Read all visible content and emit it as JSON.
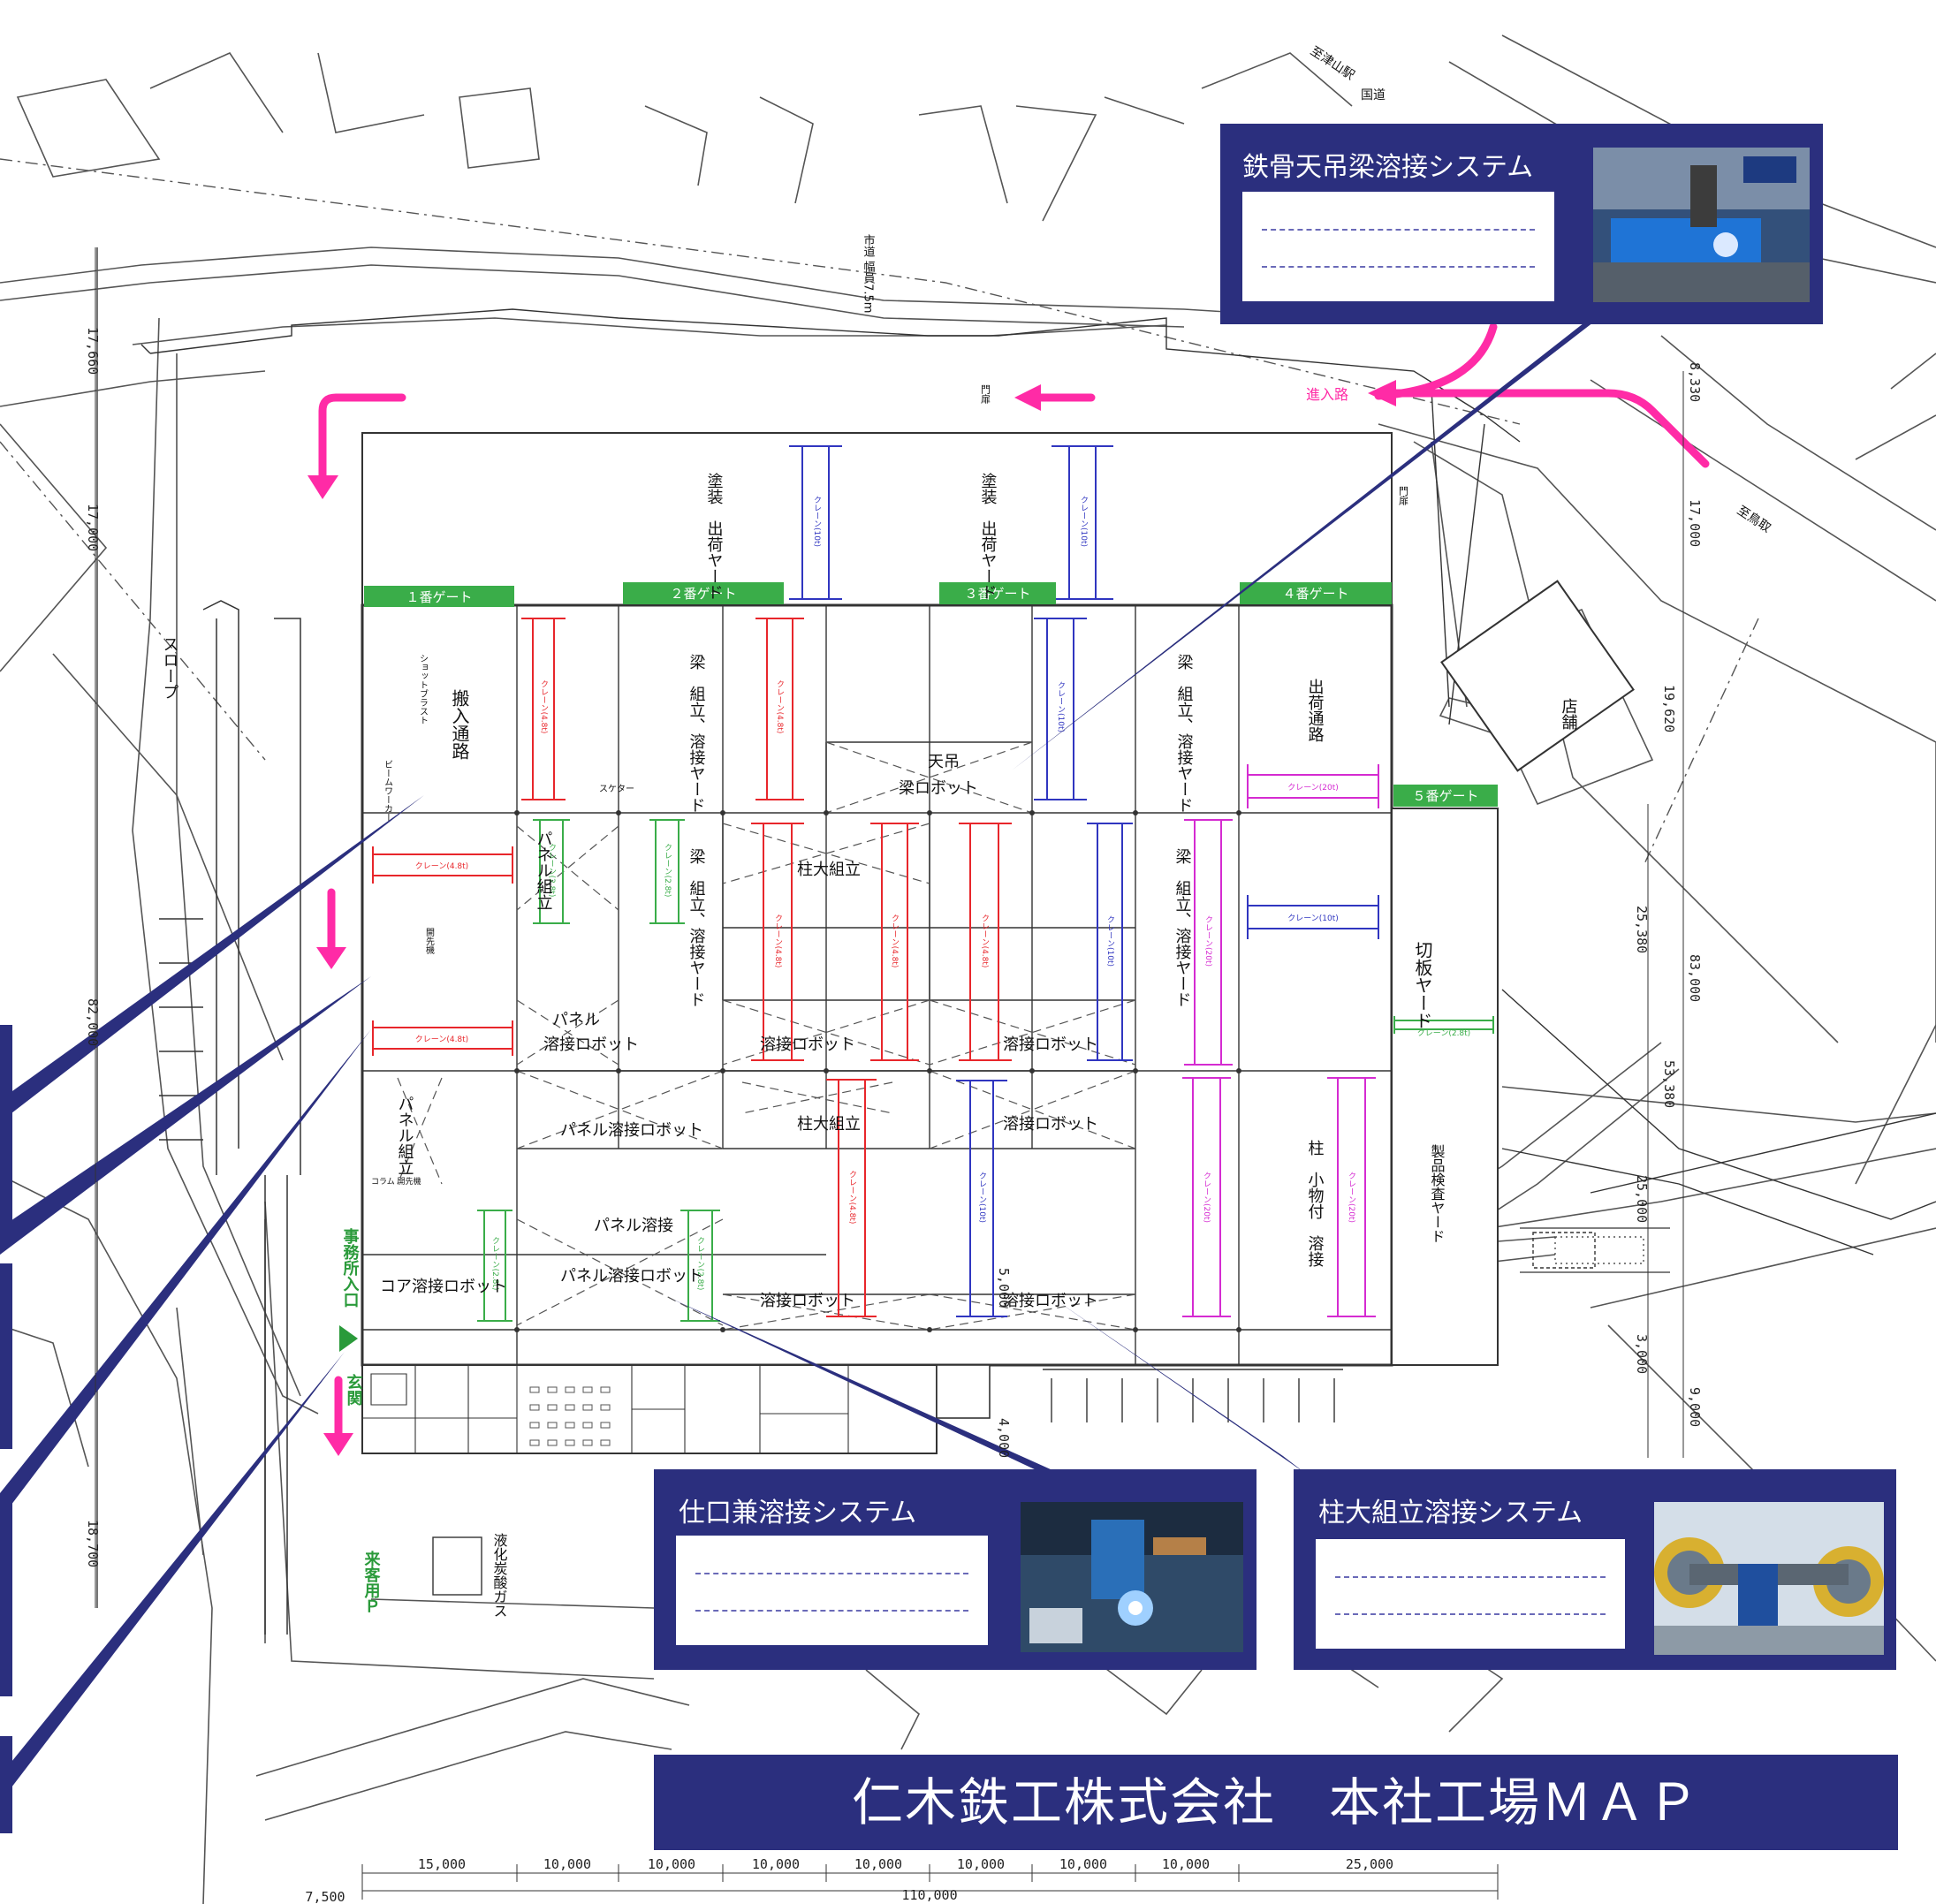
{
  "title": "仁木鉄工株式会社　本社工場ＭＡＰ",
  "colors": {
    "navy": "#2b2f7e",
    "pink": "#ff2ba6",
    "green": "#3aad49",
    "red": "#e8262b",
    "blue": "#3036c0",
    "magenta": "#d52bd1"
  },
  "callouts": [
    {
      "id": "tenchou",
      "title": "鉄骨天吊梁溶接システム"
    },
    {
      "id": "shiguchi",
      "title": "仕口兼溶接システム"
    },
    {
      "id": "hashira",
      "title": "柱大組立溶接システム"
    }
  ],
  "gates": [
    "１番ゲート",
    "２番ゲート",
    "３番ゲート",
    "４番ゲート",
    "５番ゲート"
  ],
  "zones": {
    "paint1": "塗装　出荷ヤード",
    "paint2": "塗装　出荷ヤード",
    "beam1": "梁　組立、溶接ヤード",
    "beam2": "梁　組立、溶接ヤード",
    "beam3": "梁　組立、溶接ヤード",
    "carry_in": "搬入通路",
    "ship_path": "出荷通路",
    "cut": "切板ヤード",
    "column_small": "柱　小物付　溶接",
    "inspection": "製品検査ヤード",
    "panel_asm": "パネル組立",
    "panel_asm2": "パネル組立",
    "tenchou_robot1": "天吊",
    "tenchou_robot2": "梁ロボット",
    "col_big1": "柱大組立",
    "col_big2": "柱大組立",
    "panel_robot1": "パネル",
    "panel_robot2": "溶接ロボット",
    "weld_robot": "溶接ロボット",
    "panel_weld_robot": "パネル溶接ロボット",
    "panel_weld": "パネル溶接",
    "core_robot": "コア溶接ロボット",
    "store": "店舗",
    "slope": "スロープ",
    "office_entrance": "事務所入口",
    "entrance": "玄関",
    "visitor_parking": "来客用Ｐ",
    "liquid_co2": "液化炭酸ガス",
    "approach": "進入路",
    "gate_mark": "門扉",
    "road": "市道\n幅員7.5m",
    "to_station": "至津山駅",
    "to_tottori": "至鳥取",
    "national_road": "国道",
    "shot_blast": "ショットブラスト",
    "beam_work": "ビームワーカー",
    "skater": "スケター",
    "drill": "開先機",
    "column_drill": "コラム\n開先機"
  },
  "cranes": {
    "c10": "クレーン(10t)",
    "c4": "クレーン(4.8t)",
    "c28": "クレーン(2.8t)",
    "c20": "クレーン(20t)"
  },
  "dims_bottom": [
    "15,000",
    "10,000",
    "10,000",
    "10,000",
    "10,000",
    "10,000",
    "10,000",
    "10,000",
    "25,000"
  ],
  "dim_total": "110,000",
  "dim_left_small": "7,500",
  "dims_left": [
    "17,660",
    "17,000",
    "82,000",
    "18,700"
  ],
  "dims_right": [
    "8,330",
    "17,000",
    "19,620",
    "25,380",
    "83,000",
    "53,380",
    "25,000",
    "3,000",
    "9,000",
    "5,000",
    "4,000"
  ]
}
